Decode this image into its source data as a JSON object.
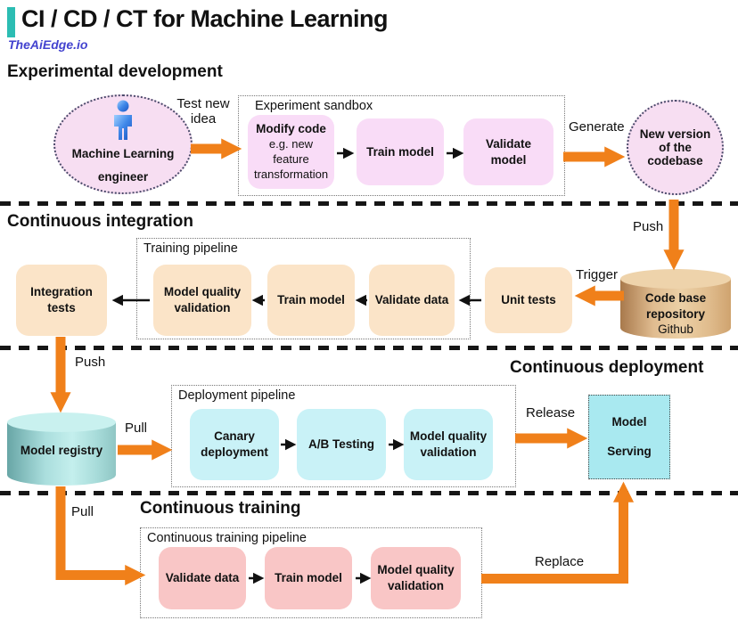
{
  "header": {
    "title": "CI / CD / CT for Machine Learning",
    "brand": "TheAiEdge.io"
  },
  "palette": {
    "accent_teal": "#2cbdb3",
    "brand_blue": "#4343cf",
    "arrow_orange": "#f0801a",
    "experimental_box": "#f9dcf7",
    "ci_box": "#fbe4c8",
    "cd_box": "#c9f2f7",
    "ct_box": "#f9c6c6",
    "serving_box": "#a9e9f0",
    "github_cylinder": "#e0bc90",
    "registry_cylinder": "#aadedd"
  },
  "experimental": {
    "heading": "Experimental development",
    "actor": {
      "line1": "Machine Learning",
      "line2": "engineer",
      "icon": "person-icon"
    },
    "test_new_idea": "Test new idea",
    "sandbox": {
      "label": "Experiment sandbox",
      "modify_title": "Modify code",
      "modify_subtitle": "e.g. new feature transformation",
      "train": "Train model",
      "validate": "Validate model"
    },
    "generate": "Generate",
    "codebase_circle": "New version of the codebase",
    "push": "Push"
  },
  "ci": {
    "heading": "Continuous integration",
    "integration_tests": "Integration tests",
    "pipeline": {
      "label": "Training pipeline",
      "model_quality": "Model quality validation",
      "train": "Train model",
      "validate": "Validate data"
    },
    "unit_tests": "Unit tests",
    "trigger": "Trigger",
    "repo": {
      "title": "Code base repository",
      "subtitle": "Github"
    },
    "push": "Push"
  },
  "cd": {
    "heading": "Continuous deployment",
    "registry": "Model registry",
    "pull": "Pull",
    "pipeline": {
      "label": "Deployment pipeline",
      "canary": "Canary deployment",
      "ab": "A/B Testing",
      "model_quality": "Model quality validation"
    },
    "release": "Release",
    "serving": "Model Serving"
  },
  "ct": {
    "heading": "Continuous training",
    "pull": "Pull",
    "pipeline": {
      "label": "Continuous training pipeline",
      "validate": "Validate data",
      "train": "Train model",
      "model_quality": "Model quality validation"
    },
    "replace": "Replace"
  }
}
